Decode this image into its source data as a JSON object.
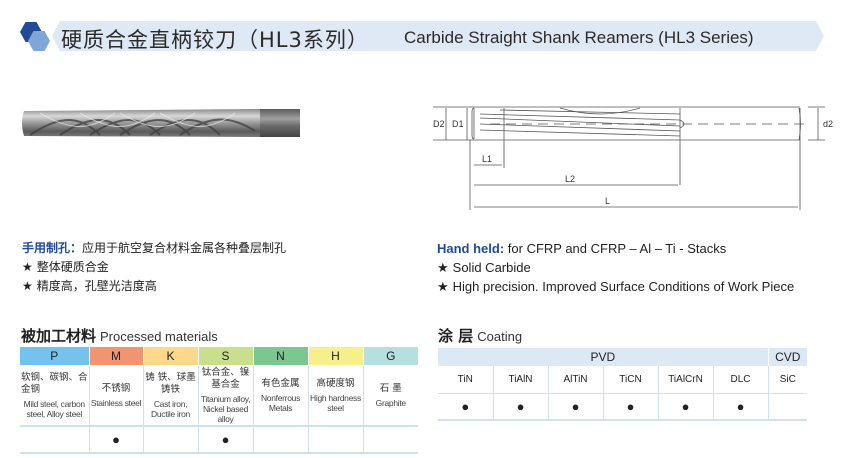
{
  "header": {
    "title_cn": "硬质合金直柄铰刀（HL3系列）",
    "title_en": "Carbide Straight Shank Reamers (HL3 Series)",
    "accent_dark": "#1f4e96",
    "accent_light": "#7ea7d8",
    "banner_bg": "#dfe9f5"
  },
  "drawing": {
    "labels": {
      "D2": "D2",
      "D1": "D1",
      "d2": "d2",
      "L1": "L1",
      "L2": "L2",
      "L": "L"
    }
  },
  "description_cn": {
    "lead": "手用制孔：",
    "lead_text": "应用于航空复合材料金属各种叠层制孔",
    "features": [
      {
        "star": "★",
        "text": "整体硬质合金"
      },
      {
        "star": "★",
        "text": "精度高，孔壁光洁度高"
      }
    ]
  },
  "description_en": {
    "lead": "Hand held:",
    "lead_text": " for CFRP and CFRP – Al – Ti - Stacks",
    "features": [
      {
        "star": "★",
        "text": "Solid Carbide"
      },
      {
        "star": "★",
        "text": "High precision. Improved Surface Conditions of Work Piece"
      }
    ]
  },
  "materials": {
    "title_cn": "被加工材料",
    "title_en": "Processed materials",
    "columns": [
      {
        "code": "P",
        "color": "#74c3ec",
        "cn": "软钢、碳钢、合金钢",
        "en": "Mild steel, carbon steel, Alloy steel",
        "mark": ""
      },
      {
        "code": "M",
        "color": "#f0956f",
        "cn": "不锈钢",
        "en": "Stainless steel",
        "mark": "●"
      },
      {
        "code": "K",
        "color": "#fbd88a",
        "cn": "铸 铁、球墨铸铁",
        "en": "Cast iron, Ductile iron",
        "mark": ""
      },
      {
        "code": "S",
        "color": "#c9df8e",
        "cn": "钛合金、镍基合金",
        "en": "Titanium alloy, Nickel based alloy",
        "mark": "●"
      },
      {
        "code": "N",
        "color": "#7cc68f",
        "cn": "有色金属",
        "en": "Nonferrous Metals",
        "mark": ""
      },
      {
        "code": "H",
        "color": "#f7f08a",
        "cn": "高硬度钢",
        "en": "High hardness steel",
        "mark": ""
      },
      {
        "code": "G",
        "color": "#b6e0df",
        "cn": "石 墨",
        "en": "Graphite",
        "mark": ""
      }
    ]
  },
  "coating": {
    "title_cn": "涂 层",
    "title_en": "Coating",
    "groups": [
      {
        "label": "PVD",
        "span": 6
      },
      {
        "label": "CVD",
        "span": 1
      }
    ],
    "columns": [
      {
        "name": "TiN",
        "mark": "●"
      },
      {
        "name": "TiAlN",
        "mark": "●"
      },
      {
        "name": "AlTiN",
        "mark": "●"
      },
      {
        "name": "TiCN",
        "mark": "●"
      },
      {
        "name": "TiAlCrN",
        "mark": "●"
      },
      {
        "name": "DLC",
        "mark": "●"
      },
      {
        "name": "SiC",
        "mark": ""
      }
    ]
  }
}
